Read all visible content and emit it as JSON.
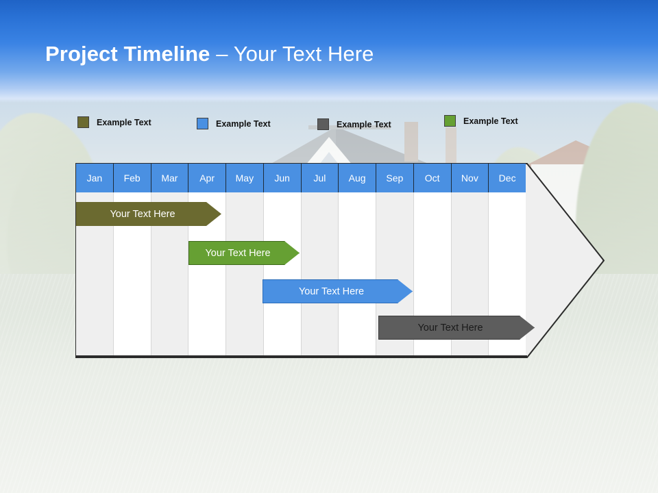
{
  "slide": {
    "title_strong": "Project Timeline",
    "title_light": " – Your Text Here"
  },
  "colors": {
    "banner_blue": "#2a72d6",
    "header_cell_blue": "#4a90e2",
    "olive": "#6b6a30",
    "green": "#66a033",
    "blue": "#4a90e2",
    "gray": "#5d5d5d",
    "stripe_shaded": "#efefef",
    "stripe_plain": "#ffffff",
    "arrow_fill": "#efefef",
    "arrow_outline": "#2b2b2b"
  },
  "legend": {
    "items": [
      {
        "label": "Example Text",
        "color": "#6b6a30",
        "swatch_name": "legend-swatch-olive"
      },
      {
        "label": "Example Text",
        "color": "#4a90e2",
        "swatch_name": "legend-swatch-blue"
      },
      {
        "label": "Example Text",
        "color": "#5d5d5d",
        "swatch_name": "legend-swatch-gray"
      },
      {
        "label": "Example Text",
        "color": "#66a033",
        "swatch_name": "legend-swatch-green"
      }
    ]
  },
  "chart_data": {
    "type": "bar",
    "title": "Project Timeline – Your Text Here",
    "xlabel": "",
    "ylabel": "",
    "categories": [
      "Jan",
      "Feb",
      "Mar",
      "Apr",
      "May",
      "Jun",
      "Jul",
      "Aug",
      "Sep",
      "Oct",
      "Nov",
      "Dec"
    ],
    "legend_position": "top",
    "grid": true,
    "tasks": [
      {
        "label": "Your  Text Here",
        "color": "#6b6a30",
        "start_month": "Jan",
        "end_month": "Apr",
        "row": 1
      },
      {
        "label": "Your  Text Here",
        "color": "#66a033",
        "start_month": "Apr",
        "end_month": "Jun",
        "row": 2
      },
      {
        "label": "Your  Text Here",
        "color": "#4a90e2",
        "start_month": "Jun",
        "end_month": "Sep",
        "row": 3
      },
      {
        "label": "Your  Text Here",
        "color": "#5d5d5d",
        "start_month": "Sep",
        "end_month": "Dec",
        "row": 4
      }
    ]
  }
}
